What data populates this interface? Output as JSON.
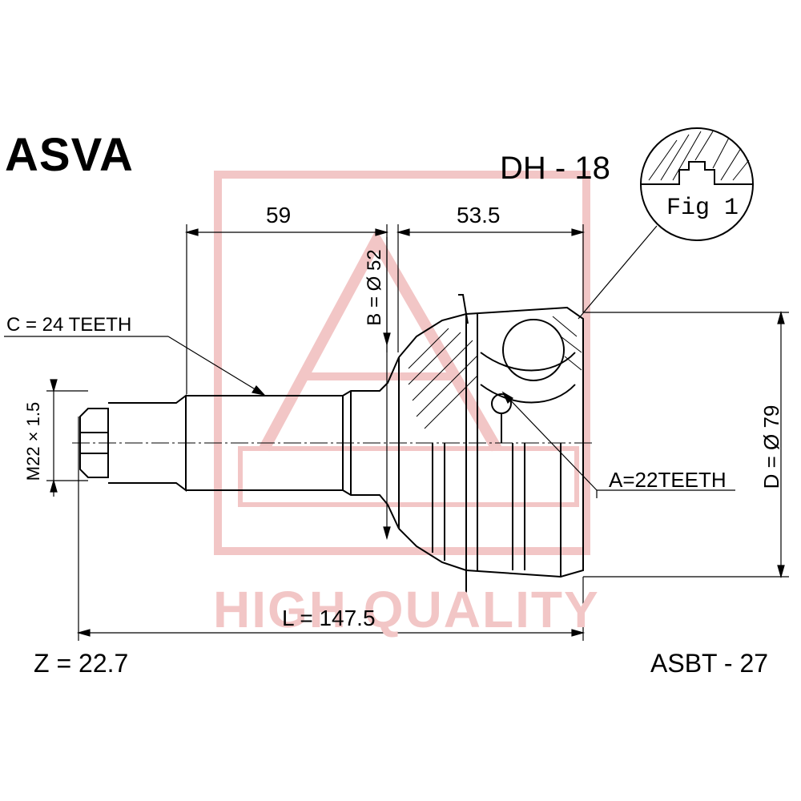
{
  "brand": "ASVA",
  "part_code": "DH - 18",
  "fig_label": "Fig 1",
  "dimensions": {
    "length_59": "59",
    "length_53_5": "53.5",
    "b_diameter": "B = Ø 52",
    "c_teeth": "C  = 24 TEETH",
    "thread": "M22 × 1.5",
    "a_teeth": "A=22TEETH",
    "d_diameter": "D = Ø 79",
    "total_length": "L = 147.5",
    "z_value": "Z = 22.7"
  },
  "model": "ASBT - 27",
  "watermark": {
    "text": "HIGH QUALITY",
    "color": "#f2c6c6"
  }
}
